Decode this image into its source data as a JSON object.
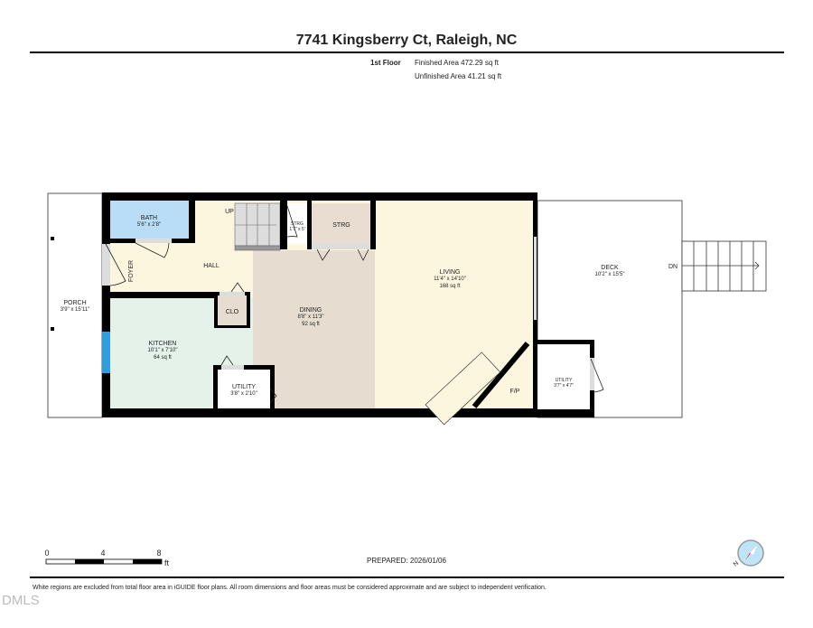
{
  "title": "7741 Kingsberry Ct, Raleigh, NC",
  "floor_info": {
    "floor": "1st Floor",
    "finished": "Finished Area 472.29 sq ft",
    "unfinished": "Unfinished Area 41.21 sq ft"
  },
  "rooms": {
    "bath": {
      "name": "BATH",
      "dims": "5'6\" x 2'8\""
    },
    "hall": {
      "name": "HALL"
    },
    "foyer": {
      "name": "FOYER"
    },
    "up": "UP",
    "strg_small": {
      "name": "STRG",
      "dims": "1'7\" x 5'"
    },
    "strg": {
      "name": "STRG"
    },
    "porch": {
      "name": "PORCH",
      "dims": "3'9\" x 15'11\""
    },
    "clo": {
      "name": "CLO"
    },
    "dining": {
      "name": "DINING",
      "dims": "8'8\" x 11'3\"",
      "area": "92 sq ft"
    },
    "kitchen": {
      "name": "KITCHEN",
      "dims": "10'1\" x 7'10\"",
      "area": "64 sq ft"
    },
    "utility1": {
      "name": "UTILITY",
      "dims": "3'8\" x 2'10\""
    },
    "living": {
      "name": "LIVING",
      "dims": "11'4\" x 14'10\"",
      "area": "168 sq ft"
    },
    "fp": {
      "name": "F/P"
    },
    "deck": {
      "name": "DECK",
      "dims": "10'2\" x 15'5\""
    },
    "dn": "DN",
    "utility2": {
      "name": "UTILITY",
      "dims": "3'7\" x 4'7\""
    }
  },
  "scale": {
    "t0": "0",
    "t4": "4",
    "t8": "8",
    "unit": "ft"
  },
  "prepared": "PREPARED: 2026/01/06",
  "compass_letter": "N",
  "footer": "White regions are excluded from total floor area in iGUIDE floor plans. All room dimensions and floor areas must be considered approximate and are subject to independent verification.",
  "watermark": "DMLS",
  "colors": {
    "bath": "#b9ddf6",
    "hall": "#fdf6df",
    "dining": "#e6ddd0",
    "kitchen": "#e4f2ea",
    "living": "#fdf6df",
    "wall": "#000000",
    "window": "#2f9ee0"
  }
}
